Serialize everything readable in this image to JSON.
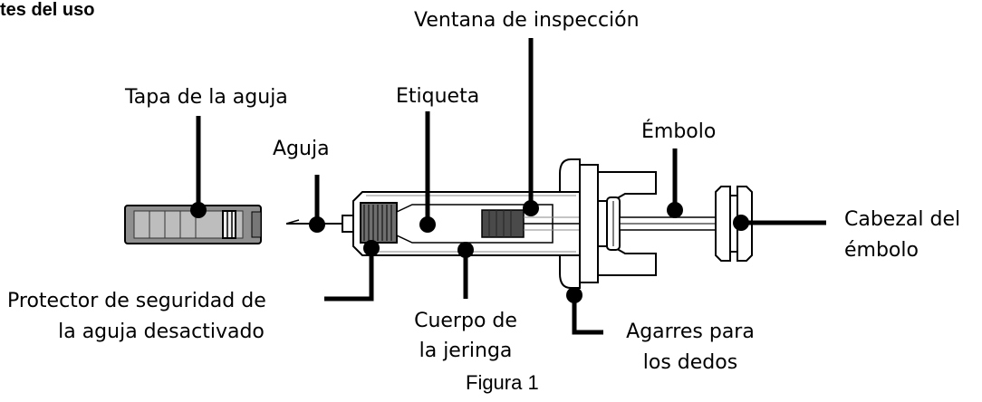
{
  "heading": "tes del uso",
  "caption": "Figura 1",
  "labels": {
    "inspection_window": "Ventana de inspección",
    "needle_cap": "Tapa de la aguja",
    "label": "Etiqueta",
    "plunger": "Émbolo",
    "needle": "Aguja",
    "plunger_head_line1": "Cabezal del",
    "plunger_head_line2": "émbolo",
    "needle_guard_line1": "Protector de seguridad de",
    "needle_guard_line2": "la aguja desactivado",
    "syringe_body_line1": "Cuerpo de",
    "syringe_body_line2": "la jeringa",
    "finger_grips_line1": "Agarres para",
    "finger_grips_line2": "los dedos"
  },
  "colors": {
    "stroke": "#000000",
    "cap_fill": "#a0a0a0",
    "body_fill": "#ffffff"
  }
}
